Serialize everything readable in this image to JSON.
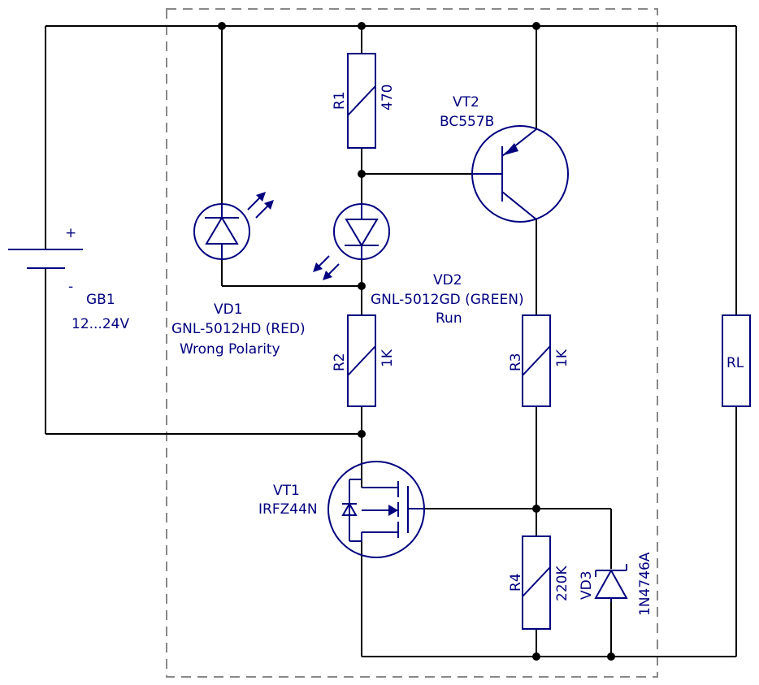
{
  "labels": {
    "battery_ref": "GB1",
    "battery_value": "12...24V",
    "battery_plus": "+",
    "battery_minus": "-",
    "vd1_ref": "VD1",
    "vd1_part": "GNL-5012HD (RED)",
    "vd1_note": "Wrong Polarity",
    "vd2_ref": "VD2",
    "vd2_part": "GNL-5012GD (GREEN)",
    "vd2_note": "Run",
    "vt2_ref": "VT2",
    "vt2_part": "BC557B",
    "vt1_ref": "VT1",
    "vt1_part": "IRFZ44N",
    "r1_ref": "R1",
    "r1_value": "470",
    "r2_ref": "R2",
    "r2_value": "1K",
    "r3_ref": "R3",
    "r3_value": "1K",
    "r4_ref": "R4",
    "r4_value": "220K",
    "vd3_ref": "VD3",
    "vd3_part": "1N4746A",
    "rl_ref": "RL"
  },
  "colors": {
    "component": "#00007f",
    "wire": "#000000",
    "border": "#888888"
  }
}
